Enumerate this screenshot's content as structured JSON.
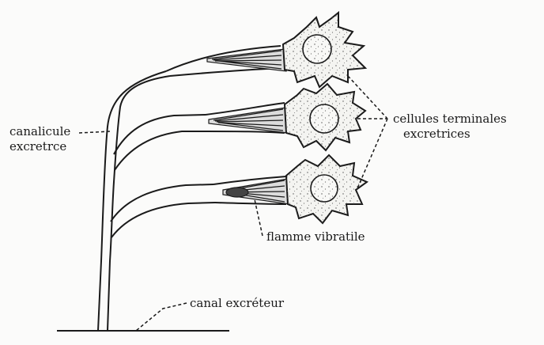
{
  "labels": {
    "canalicule_line1": "canalicule",
    "canalicule_line2": "excretrce",
    "cellules_line1": "cellules terminales",
    "cellules_line2": "excretrices",
    "flamme": "flamme vibratile",
    "canal": "canal excréteur"
  },
  "colors": {
    "ink": "#1a1a1a",
    "background": "#fbfbfa",
    "cell_fill": "#f4f4f1"
  }
}
